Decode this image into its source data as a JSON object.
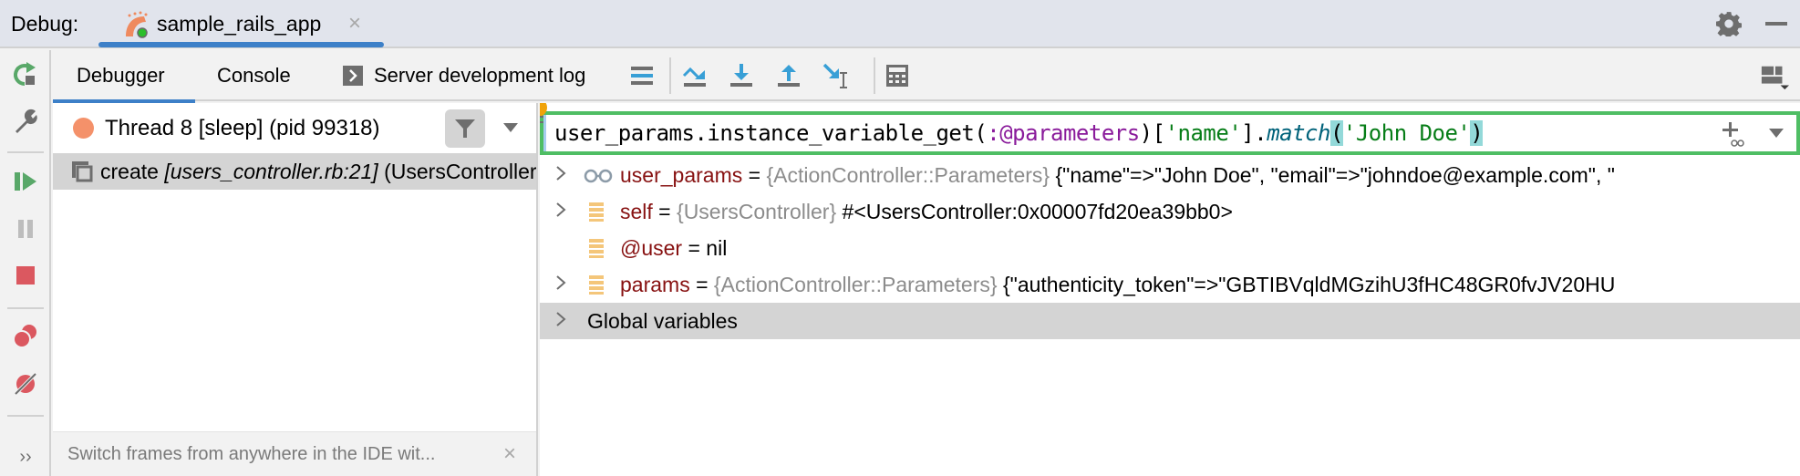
{
  "titlebar": {
    "label": "Debug:",
    "run_tab": {
      "name": "sample_rails_app",
      "close": "×"
    }
  },
  "toolbar": {
    "tabs": [
      {
        "label": "Debugger",
        "active": true
      },
      {
        "label": "Console",
        "active": false
      },
      {
        "label": "Server development log",
        "active": false
      }
    ]
  },
  "frames": {
    "thread": "Thread 8 [sleep] (pid 99318)",
    "frame": {
      "method": "create",
      "file": "[users_controller.rb:21]",
      "class": "(UsersController)"
    },
    "hint": "Switch frames from anywhere in the IDE wit...",
    "hint_close": "×"
  },
  "evaluate": {
    "code": {
      "p1": "user_params.instance_variable_get(",
      "sym": ":@parameters",
      "p2": ")[",
      "s1": "'name'",
      "p3": "].",
      "meth": "match",
      "lparen": "(",
      "s2": "'John Doe'",
      "rparen": ")"
    }
  },
  "variables": [
    {
      "name": "user_params",
      "eq": " = ",
      "type": "{ActionController::Parameters}",
      "value": " {\"name\"=>\"John Doe\", \"email\"=>\"johndoe@example.com\", \"",
      "expandable": true,
      "icon": "watch-glasses-icon"
    },
    {
      "name": "self",
      "eq": " = ",
      "type": "{UsersController}",
      "value": " #<UsersController:0x00007fd20ea39bb0>",
      "expandable": true,
      "icon": "field-icon"
    },
    {
      "name": "@user",
      "eq": " = nil",
      "type": "",
      "value": "",
      "expandable": false,
      "icon": "field-icon"
    },
    {
      "name": "params",
      "eq": " = ",
      "type": "{ActionController::Parameters}",
      "value": " {\"authenticity_token\"=>\"GBTIBVqldMGzihU3fHC48GR0fvJV20HU",
      "expandable": true,
      "icon": "field-icon"
    }
  ],
  "global_variables": "Global variables",
  "colors": {
    "accent": "#3d80c8",
    "eval_border": "#4fbe64",
    "var_name": "#871111",
    "type": "#8c8c8c",
    "thread_dot": "#f4916a"
  }
}
